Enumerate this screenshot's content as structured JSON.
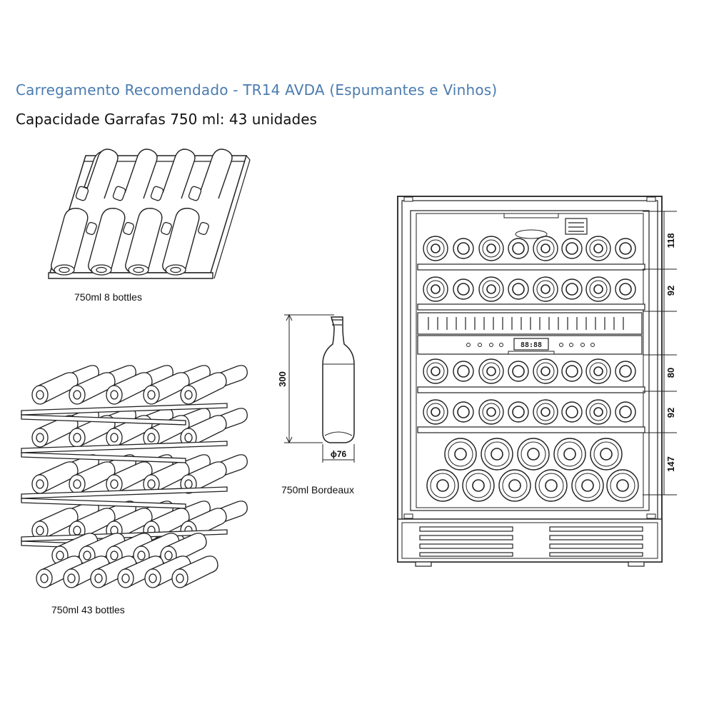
{
  "header": {
    "title": "Carregamento Recomendado - TR14  AVDA (Espumantes e Vinhos)",
    "subtitle_bold": "Capacidade Garrafas 750 ml:",
    "subtitle_value": " 43 unidades",
    "title_color": "#4a7bb0"
  },
  "captions": {
    "top_shelf": "750ml  8 bottles",
    "full_load": "750ml  43 bottles",
    "bottle": "750ml Bordeaux"
  },
  "bottle_dims": {
    "height": "300",
    "diameter": "ϕ76"
  },
  "shelf_spacing": [
    "118",
    "92",
    "80",
    "92",
    "147"
  ]
}
